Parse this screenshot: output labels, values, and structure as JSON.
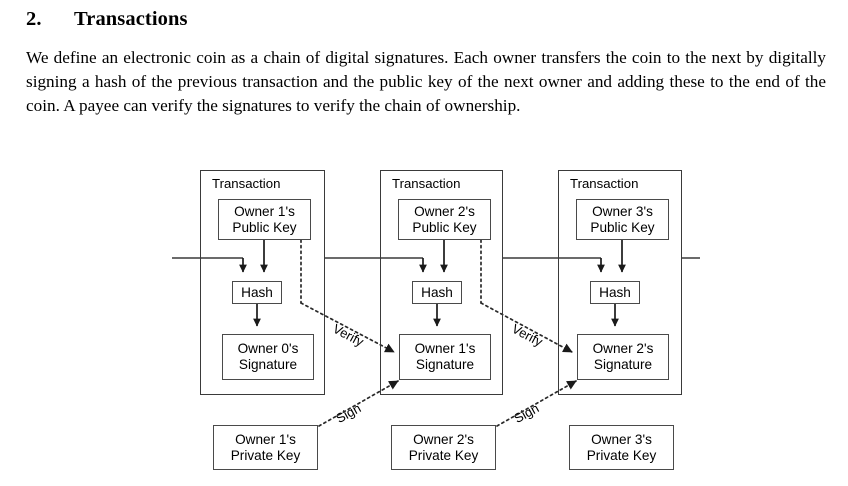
{
  "document": {
    "section_number": "2.",
    "section_title": "Transactions",
    "paragraph": "We define an electronic coin as a chain of digital signatures.  Each owner transfers the coin to the next by digitally signing a hash of the previous transaction and the public key of the next owner and adding these to the end of the coin.  A payee can verify the signatures to verify the chain of ownership."
  },
  "diagram": {
    "transactions": [
      {
        "title": "Transaction",
        "public_key": "Owner 1's\nPublic Key",
        "public_key_line1": "Owner 1's",
        "public_key_line2": "Public Key",
        "hash": "Hash",
        "signature_line1": "Owner 0's",
        "signature_line2": "Signature"
      },
      {
        "title": "Transaction",
        "public_key": "Owner 2's\nPublic Key",
        "public_key_line1": "Owner 2's",
        "public_key_line2": "Public Key",
        "hash": "Hash",
        "signature_line1": "Owner 1's",
        "signature_line2": "Signature"
      },
      {
        "title": "Transaction",
        "public_key": "Owner 3's\nPublic Key",
        "public_key_line1": "Owner 3's",
        "public_key_line2": "Public Key",
        "hash": "Hash",
        "signature_line1": "Owner 2's",
        "signature_line2": "Signature"
      }
    ],
    "private_keys": [
      {
        "line1": "Owner 1's",
        "line2": "Private Key"
      },
      {
        "line1": "Owner 2's",
        "line2": "Private Key"
      },
      {
        "line1": "Owner 3's",
        "line2": "Private Key"
      }
    ],
    "edge_labels": {
      "verify": "Verify",
      "sign": "Sign"
    },
    "colors": {
      "stroke": "#3a3a3a",
      "inner_stroke": "#4a4a4a",
      "text": "#000000",
      "background": "#ffffff"
    }
  }
}
